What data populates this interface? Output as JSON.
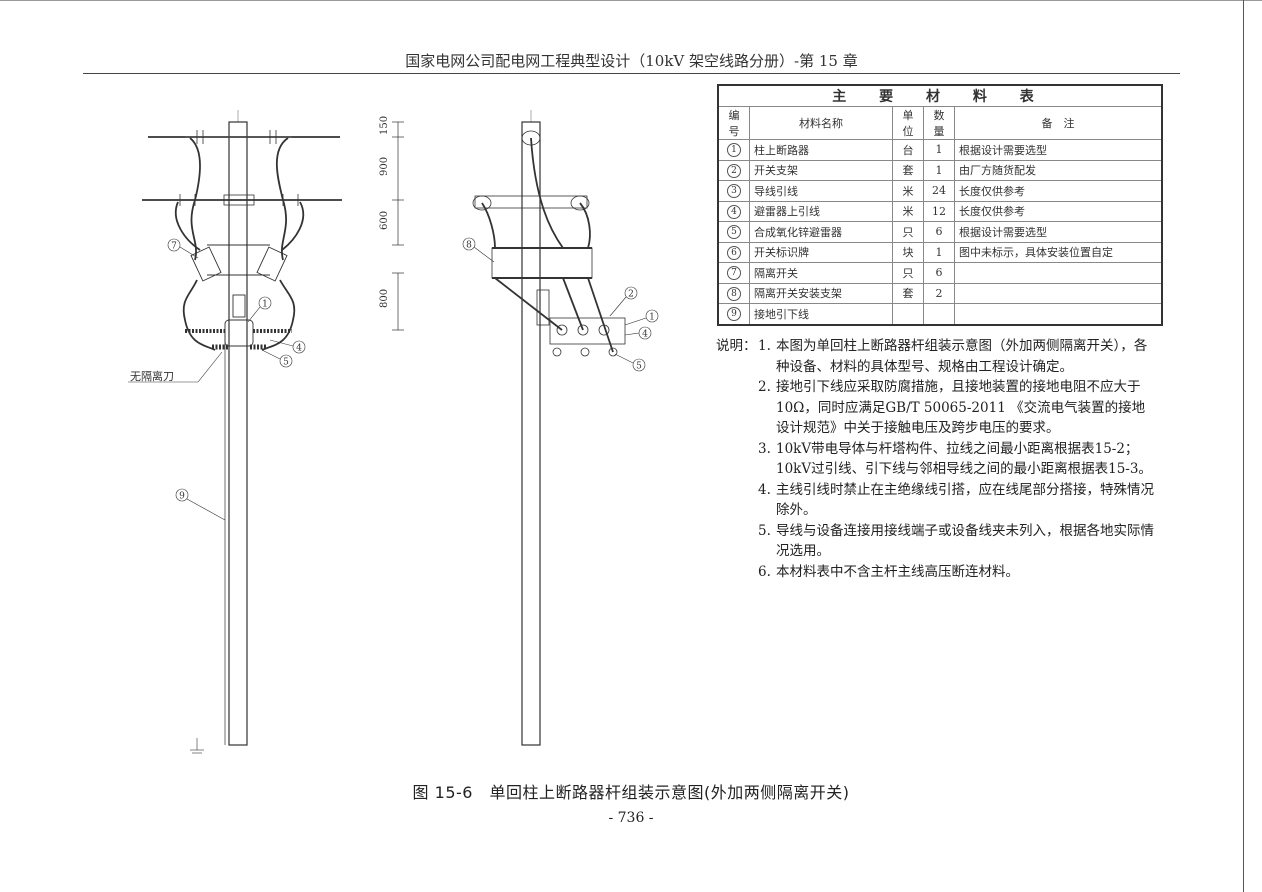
{
  "header": {
    "title": "国家电网公司配电网工程典型设计（10kV 架空线路分册）-第 15 章"
  },
  "drawing": {
    "dimensions": [
      "150",
      "900",
      "600",
      "800"
    ],
    "left_labels": {
      "no_disconnector": "无隔离刀",
      "c7": "7",
      "c1": "1",
      "c4": "4",
      "c5": "5",
      "c9": "9"
    },
    "right_labels": {
      "c8": "8",
      "c2": "2",
      "c1": "1",
      "c4": "4",
      "c5": "5"
    }
  },
  "materials_table": {
    "title": "主 要 材 料 表",
    "headers": [
      "编 号",
      "材料名称",
      "单 位",
      "数 量",
      "备　注"
    ],
    "rows": [
      {
        "no": "1",
        "name": "柱上断路器",
        "unit": "台",
        "qty": "1",
        "note": "根据设计需要选型"
      },
      {
        "no": "2",
        "name": "开关支架",
        "unit": "套",
        "qty": "1",
        "note": "由厂方随货配发"
      },
      {
        "no": "3",
        "name": "导线引线",
        "unit": "米",
        "qty": "24",
        "note": "长度仅供参考"
      },
      {
        "no": "4",
        "name": "避雷器上引线",
        "unit": "米",
        "qty": "12",
        "note": "长度仅供参考"
      },
      {
        "no": "5",
        "name": "合成氧化锌避雷器",
        "unit": "只",
        "qty": "6",
        "note": "根据设计需要选型"
      },
      {
        "no": "6",
        "name": "开关标识牌",
        "unit": "块",
        "qty": "1",
        "note": "图中未标示，具体安装位置自定"
      },
      {
        "no": "7",
        "name": "隔离开关",
        "unit": "只",
        "qty": "6",
        "note": ""
      },
      {
        "no": "8",
        "name": "隔离开关安装支架",
        "unit": "套",
        "qty": "2",
        "note": ""
      },
      {
        "no": "9",
        "name": "接地引下线",
        "unit": "",
        "qty": "",
        "note": ""
      }
    ]
  },
  "notes": {
    "label": "说明：",
    "items": [
      {
        "num": "1.",
        "text": "本图为单回柱上断路器杆组装示意图（外加两侧隔离开关），各种设备、材料的具体型号、规格由工程设计确定。"
      },
      {
        "num": "2.",
        "text": "接地引下线应采取防腐措施，且接地装置的接地电阻不应大于10Ω，同时应满足GB/T 50065-2011 《交流电气装置的接地设计规范》中关于接触电压及跨步电压的要求。"
      },
      {
        "num": "3.",
        "text": "10kV带电导体与杆塔构件、拉线之间最小距离根据表15-2；10kV过引线、引下线与邻相导线之间的最小距离根据表15-3。"
      },
      {
        "num": "4.",
        "text": "主线引线时禁止在主绝缘线引搭，应在线尾部分搭接，特殊情况除外。"
      },
      {
        "num": "5.",
        "text": "导线与设备连接用接线端子或设备线夹未列入，根据各地实际情况选用。"
      },
      {
        "num": "6.",
        "text": "本材料表中不含主杆主线高压断连材料。"
      }
    ]
  },
  "caption": "图 15-6　单回柱上断路器杆组装示意图(外加两侧隔离开关)",
  "page_number": "- 736 -"
}
